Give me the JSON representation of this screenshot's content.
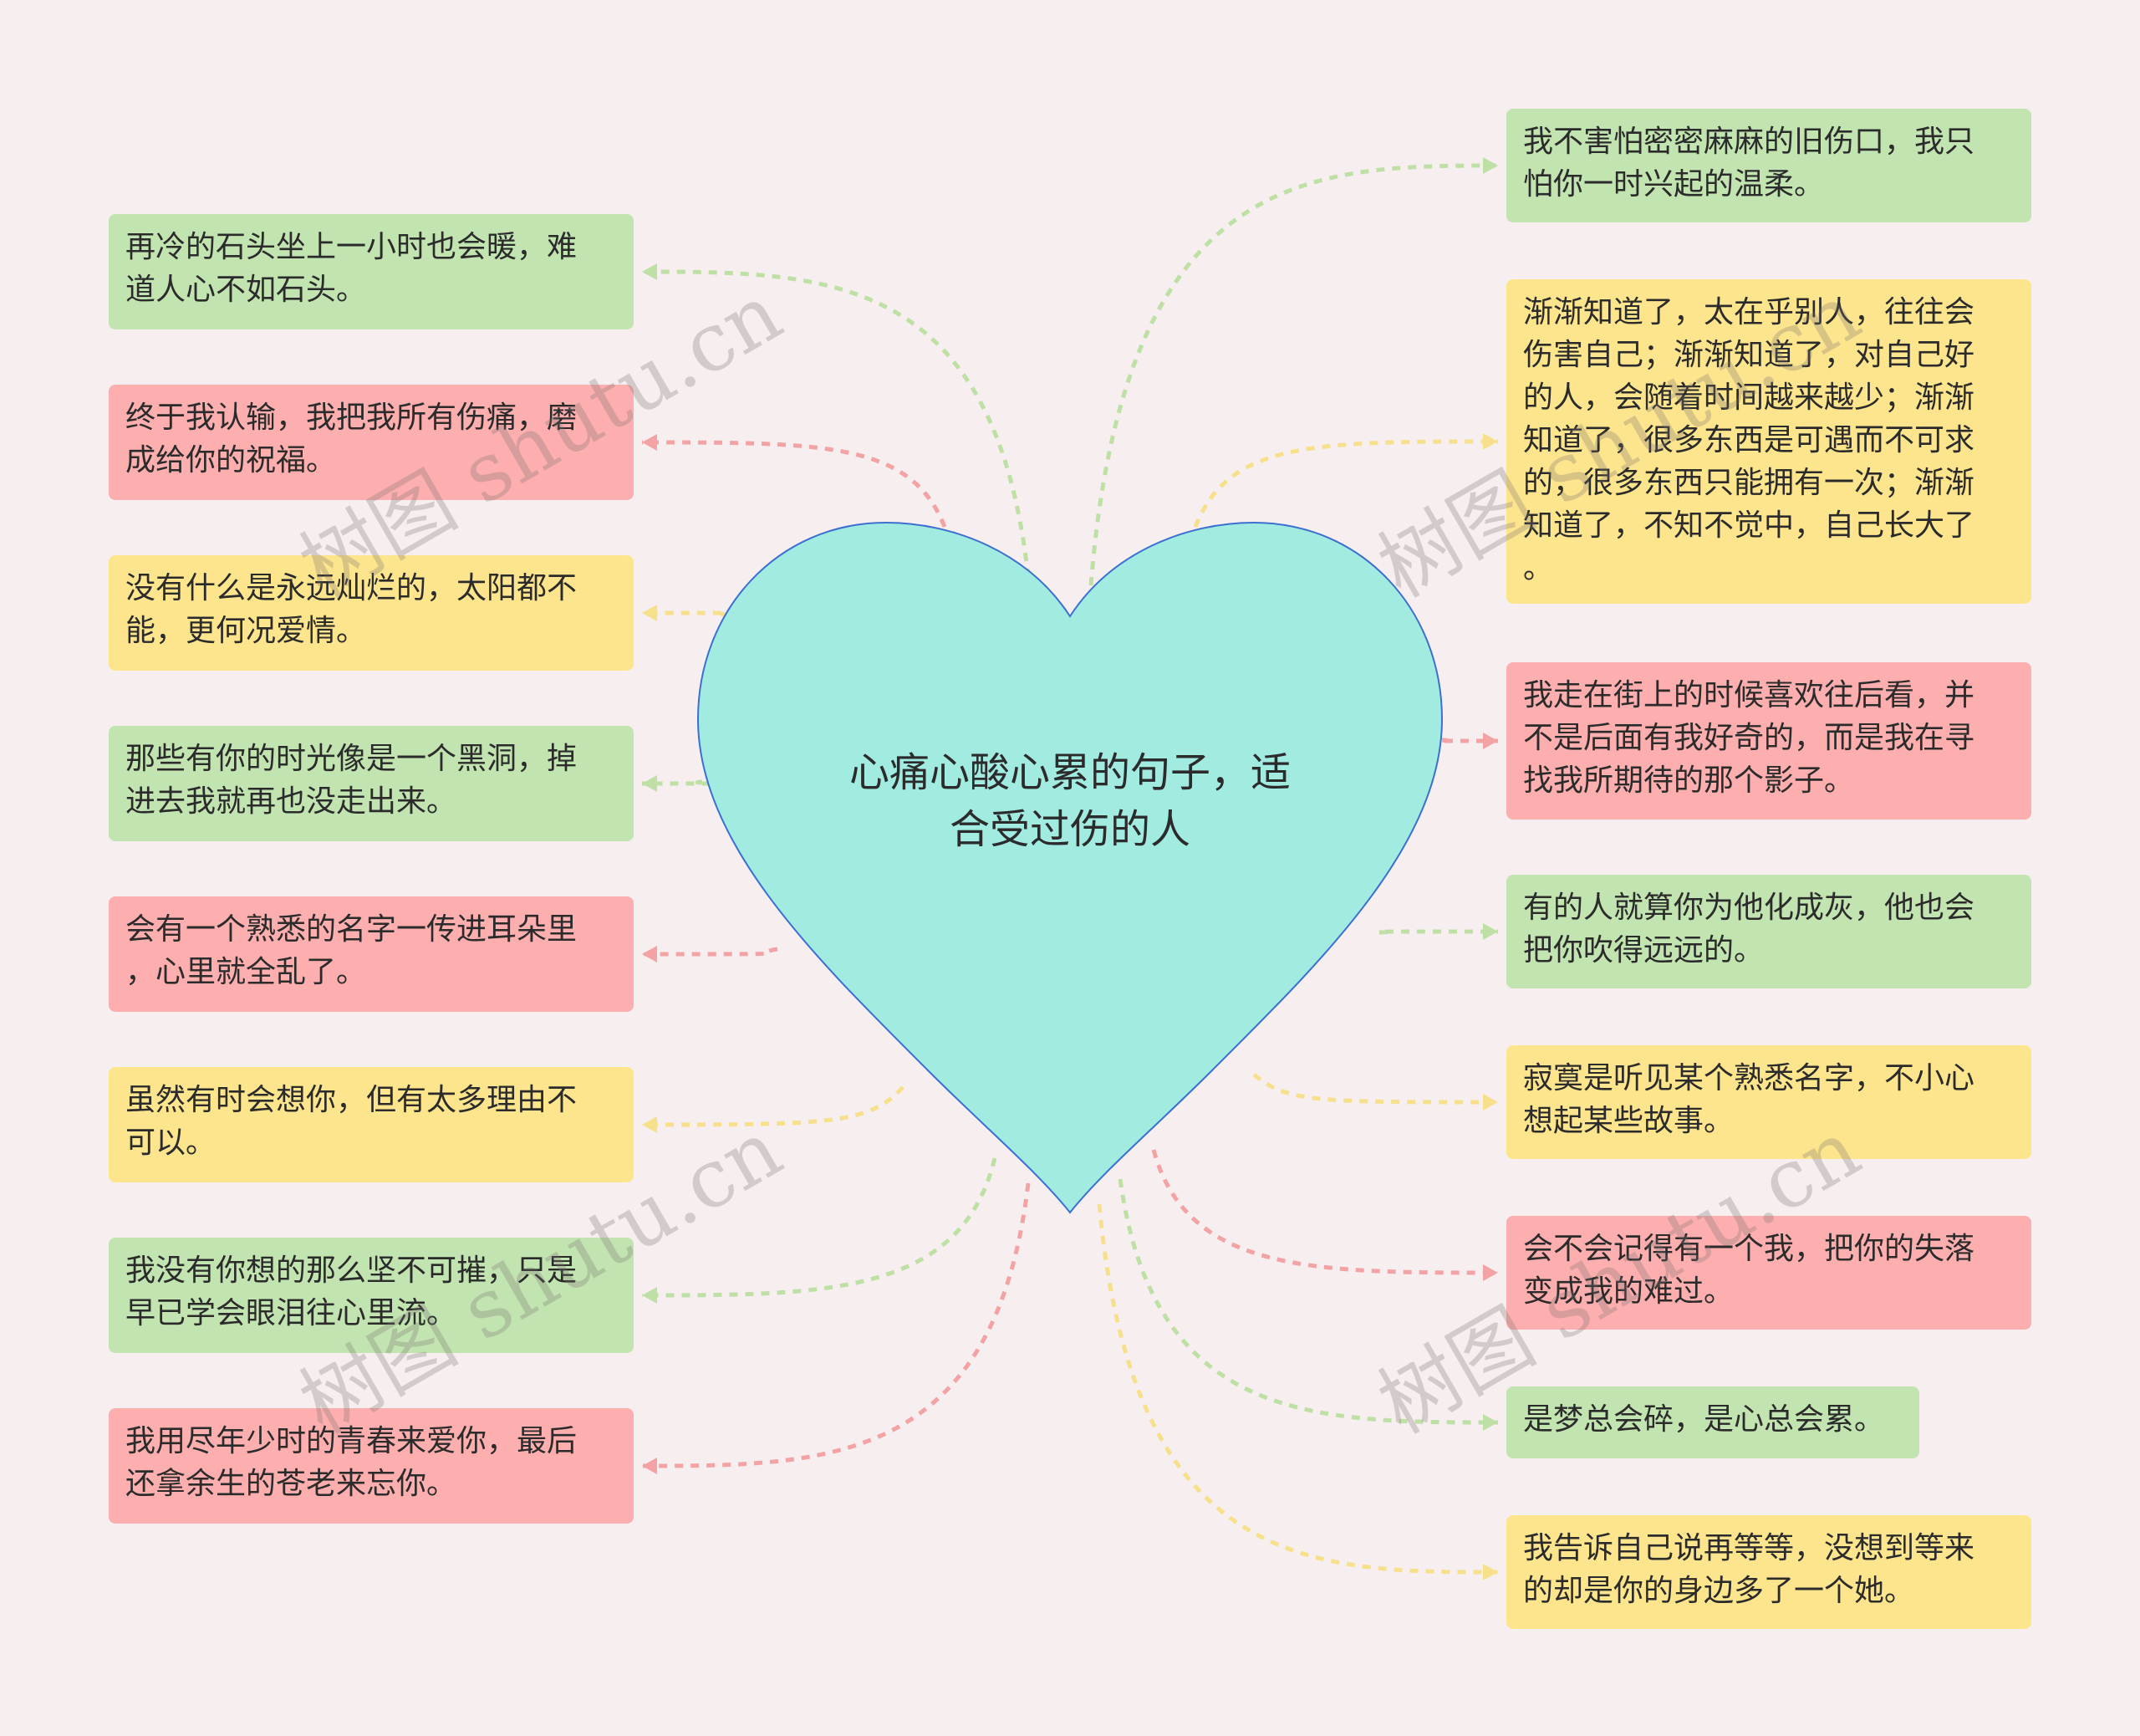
{
  "center": {
    "title": "心痛心酸心累的句子，适\n合受过伤的人",
    "fill": "#a2ebe1",
    "stroke": "#3b6fd0"
  },
  "colors": {
    "green": "#c2e4b0",
    "red": "#fdaeae",
    "yellow": "#fde58e",
    "background": "#f7eef0"
  },
  "left_nodes": [
    {
      "text": "再冷的石头坐上一小时也会暖，难\n道人心不如石头。",
      "color": "green"
    },
    {
      "text": "终于我认输，我把我所有伤痛，磨\n成给你的祝福。",
      "color": "red"
    },
    {
      "text": "没有什么是永远灿烂的，太阳都不\n能，更何况爱情。",
      "color": "yellow"
    },
    {
      "text": "那些有你的时光像是一个黑洞，掉\n进去我就再也没走出来。",
      "color": "green"
    },
    {
      "text": "会有一个熟悉的名字一传进耳朵里\n，心里就全乱了。",
      "color": "red"
    },
    {
      "text": "虽然有时会想你，但有太多理由不\n可以。",
      "color": "yellow"
    },
    {
      "text": "我没有你想的那么坚不可摧，只是\n早已学会眼泪往心里流。",
      "color": "green"
    },
    {
      "text": "我用尽年少时的青春来爱你，最后\n还拿余生的苍老来忘你。",
      "color": "red"
    }
  ],
  "right_nodes": [
    {
      "text": "我不害怕密密麻麻的旧伤口，我只\n怕你一时兴起的温柔。",
      "color": "green"
    },
    {
      "text": "渐渐知道了，太在乎别人，往往会\n伤害自己；渐渐知道了，对自己好\n的人，会随着时间越来越少；渐渐\n知道了，很多东西是可遇而不可求\n的，很多东西只能拥有一次；渐渐\n知道了，不知不觉中，自己长大了\n。",
      "color": "yellow"
    },
    {
      "text": "我走在街上的时候喜欢往后看，并\n不是后面有我好奇的，而是我在寻\n找我所期待的那个影子。",
      "color": "red"
    },
    {
      "text": "有的人就算你为他化成灰，他也会\n把你吹得远远的。",
      "color": "green"
    },
    {
      "text": "寂寞是听见某个熟悉名字，不小心\n想起某些故事。",
      "color": "yellow"
    },
    {
      "text": "会不会记得有一个我，把你的失落\n变成我的难过。",
      "color": "red"
    },
    {
      "text": "是梦总会碎，是心总会累。",
      "color": "green"
    },
    {
      "text": "我告诉自己说再等等，没想到等来\n的却是你的身边多了一个她。",
      "color": "yellow"
    }
  ],
  "watermark": "树图 shutu.cn"
}
